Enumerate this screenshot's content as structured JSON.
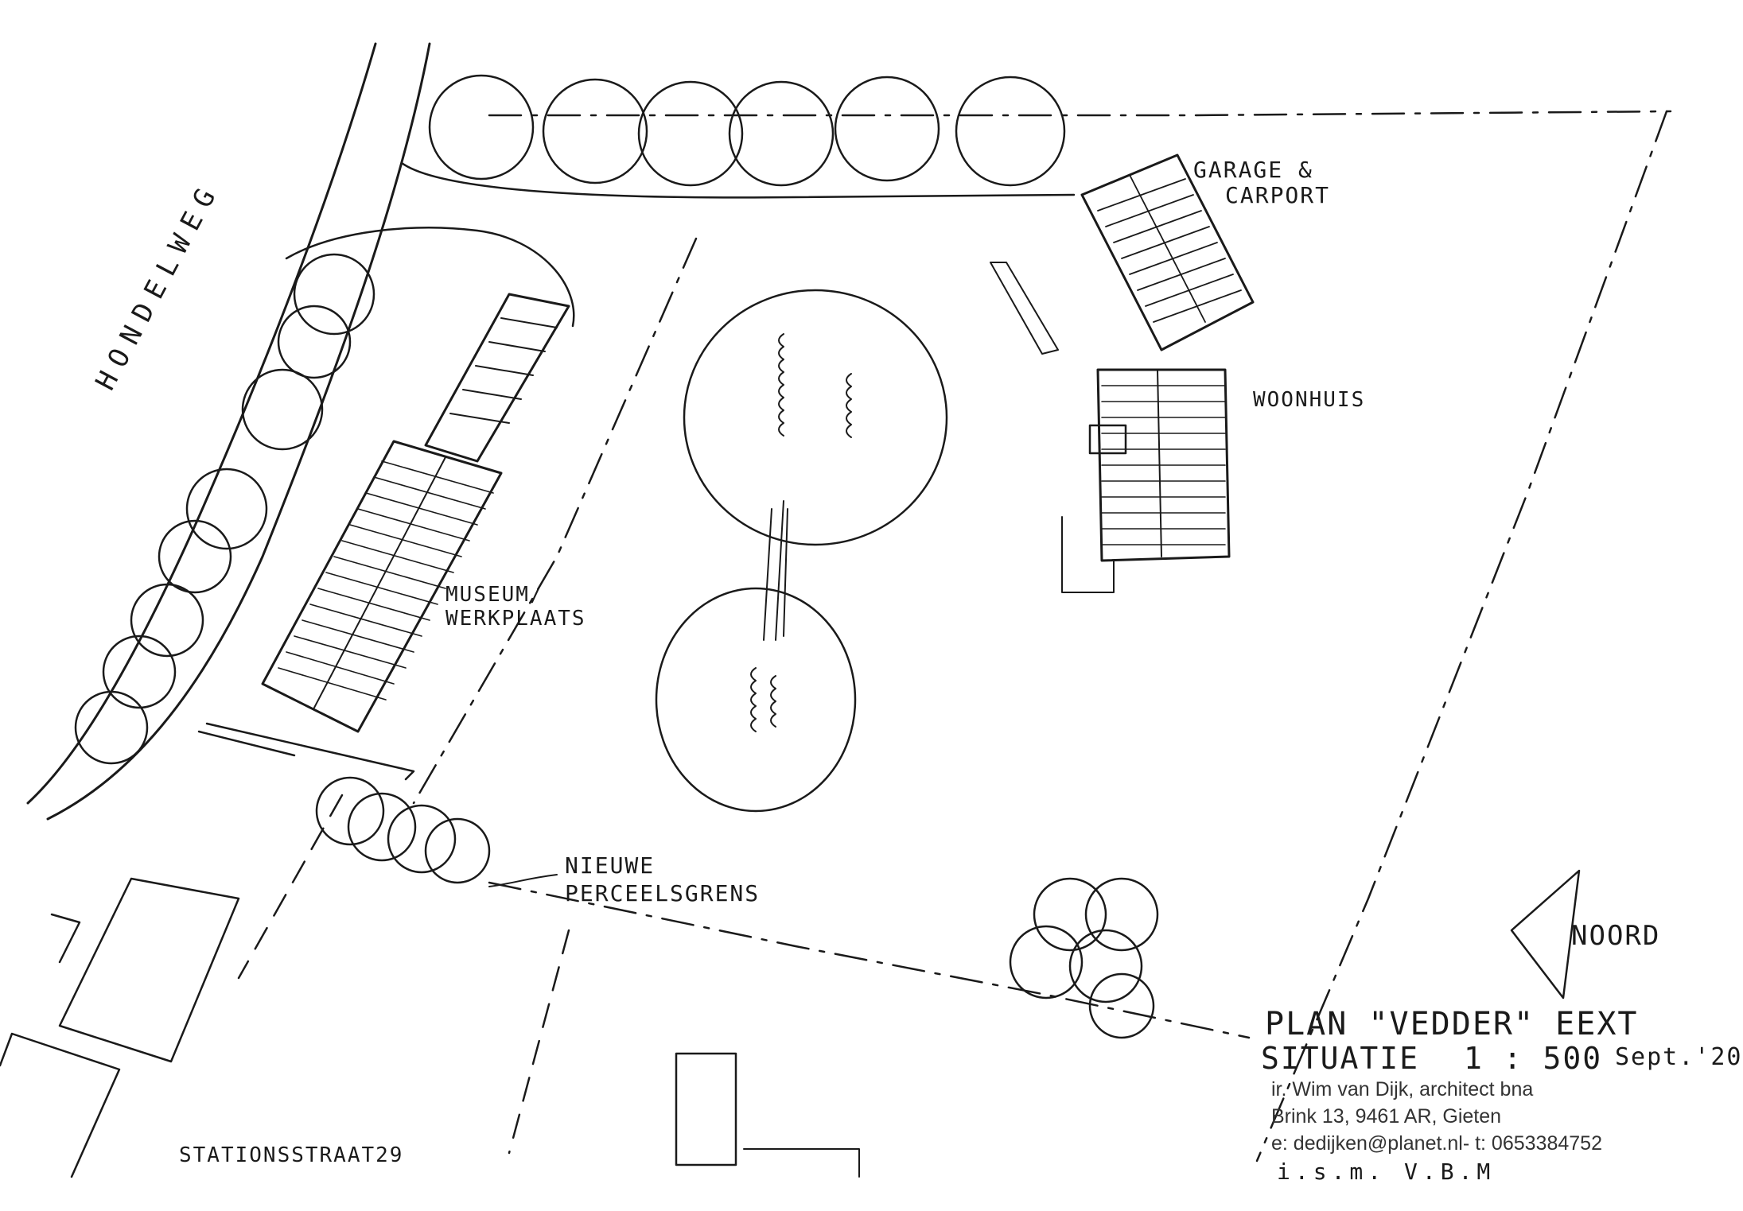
{
  "labels": {
    "road": "HONDELWEG",
    "garage": [
      "GARAGE &",
      "CARPORT"
    ],
    "house": "WOONHUIS",
    "museum": [
      "MUSEUM/",
      "WERKPLAATS"
    ],
    "boundary": [
      "NIEUWE",
      "PERCEELSGRENS"
    ],
    "north": "NOORD",
    "neighbour": "STATIONSSTRAAT29"
  },
  "title_block": {
    "plan": "PLAN \"VEDDER\" EEXT",
    "situation": "SITUATIE",
    "scale": "1 : 500",
    "date": "Sept.'20",
    "architect": "ir. Wim van Dijk, architect bna",
    "address": "Brink 13, 9461 AR, Gieten",
    "contact": "e: dedijken@planet.nl- t: 0653384752",
    "partner": "i.s.m. V.B.M"
  },
  "colors": {
    "ink": "#1a1a1a",
    "paper": "#ffffff",
    "print": "#333333"
  }
}
